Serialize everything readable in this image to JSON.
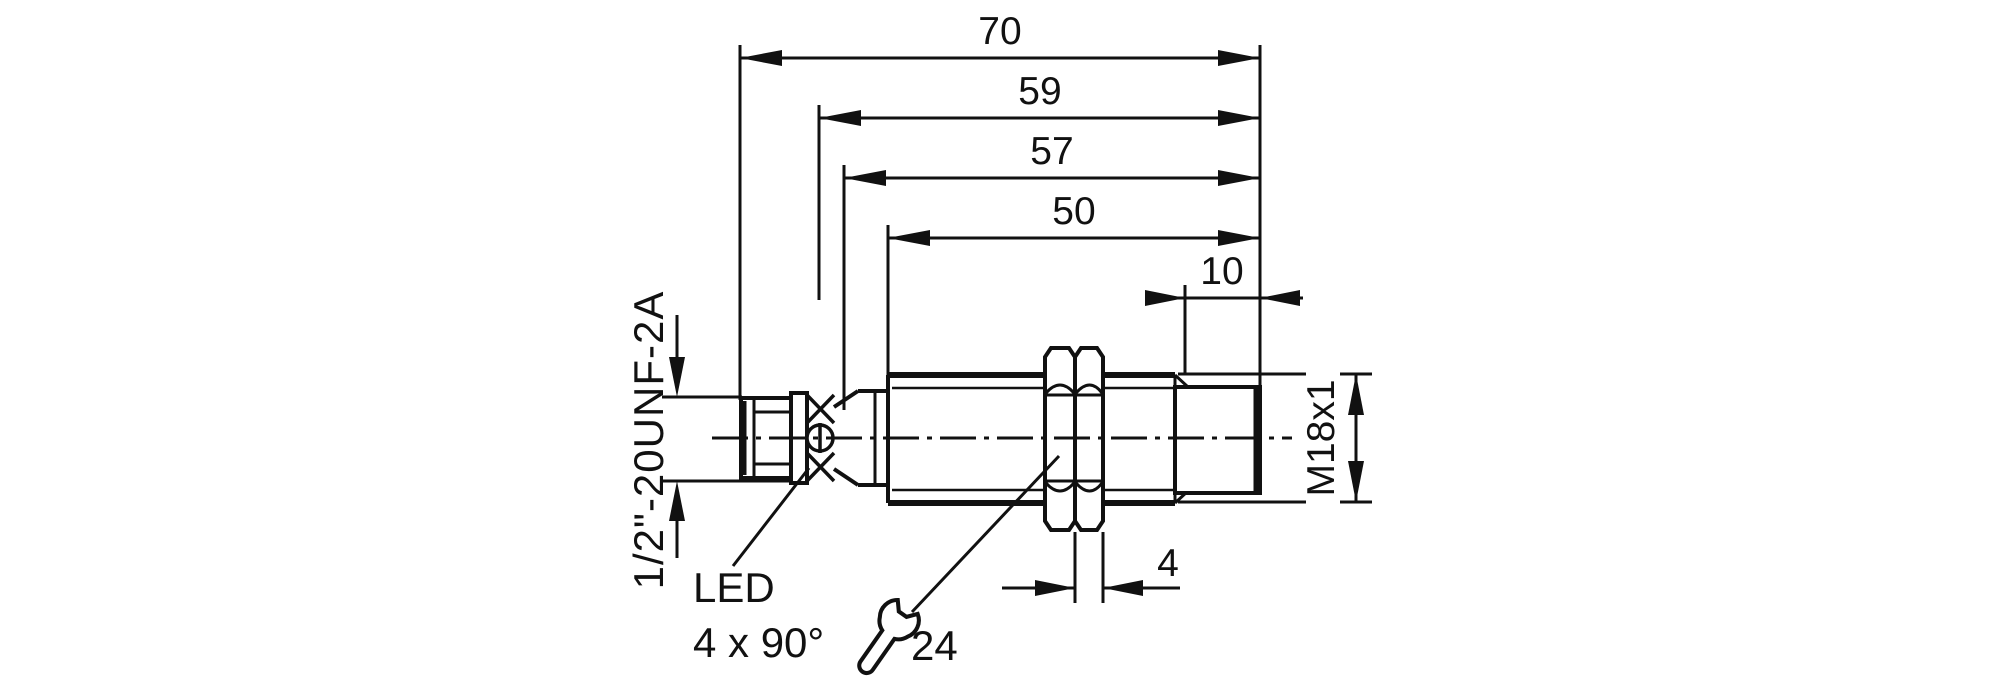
{
  "drawing": {
    "kind": "technical-dimension-drawing",
    "subject": "cylindrical threaded sensor, side view",
    "background_color": "#ffffff",
    "line_color": "#111111",
    "dimensions": {
      "overall_length": "70",
      "length_to_led_ring": "59",
      "length_to_taper": "57",
      "threaded_barrel_length": "50",
      "tip_length": "10",
      "nut_width": "4"
    },
    "labels": {
      "barrel_thread": "M18x1",
      "connector_thread": "1/2\"-20UNF-2A",
      "led": "LED",
      "led_arrangement": "4 x 90°",
      "wrench_size": "24"
    }
  }
}
